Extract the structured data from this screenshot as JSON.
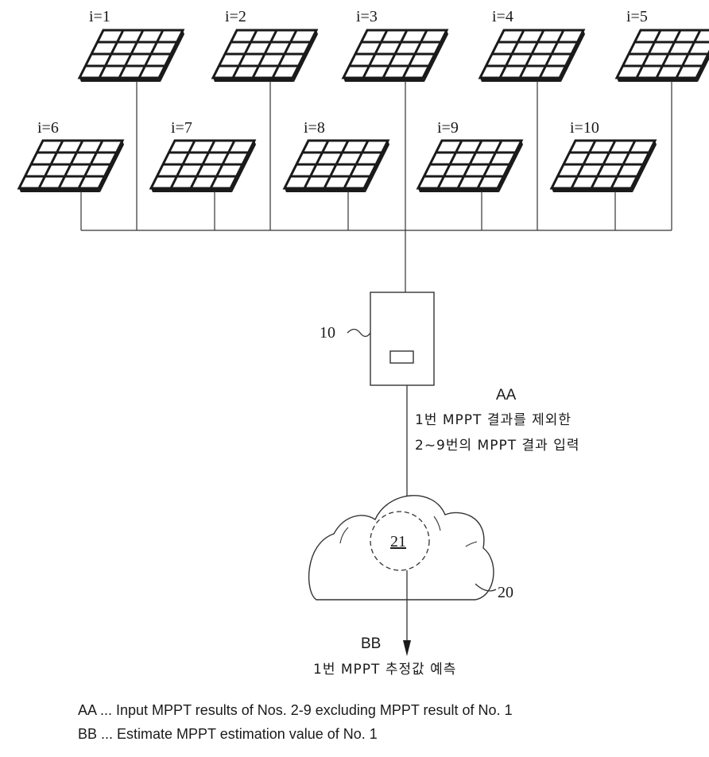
{
  "panels": [
    {
      "label": "i=1",
      "row": "top"
    },
    {
      "label": "i=2",
      "row": "top"
    },
    {
      "label": "i=3",
      "row": "top"
    },
    {
      "label": "i=4",
      "row": "top"
    },
    {
      "label": "i=5",
      "row": "top"
    },
    {
      "label": "i=6",
      "row": "bottom"
    },
    {
      "label": "i=7",
      "row": "bottom"
    },
    {
      "label": "i=8",
      "row": "bottom"
    },
    {
      "label": "i=9",
      "row": "bottom"
    },
    {
      "label": "i=10",
      "row": "bottom"
    }
  ],
  "device": {
    "ref": "10"
  },
  "cloud": {
    "ref": "20",
    "module_ref": "21"
  },
  "arrow_in": {
    "tag": "AA",
    "line1": "1번 MPPT 결과를 제외한",
    "line2": "2~9번의 MPPT 결과 입력"
  },
  "arrow_out": {
    "tag": "BB",
    "line1": "1번 MPPT 추정값 예측"
  },
  "legend": {
    "aa": "AA ... Input MPPT results of Nos. 2-9 excluding MPPT result of No. 1",
    "bb": "BB ... Estimate MPPT estimation value of No. 1"
  }
}
